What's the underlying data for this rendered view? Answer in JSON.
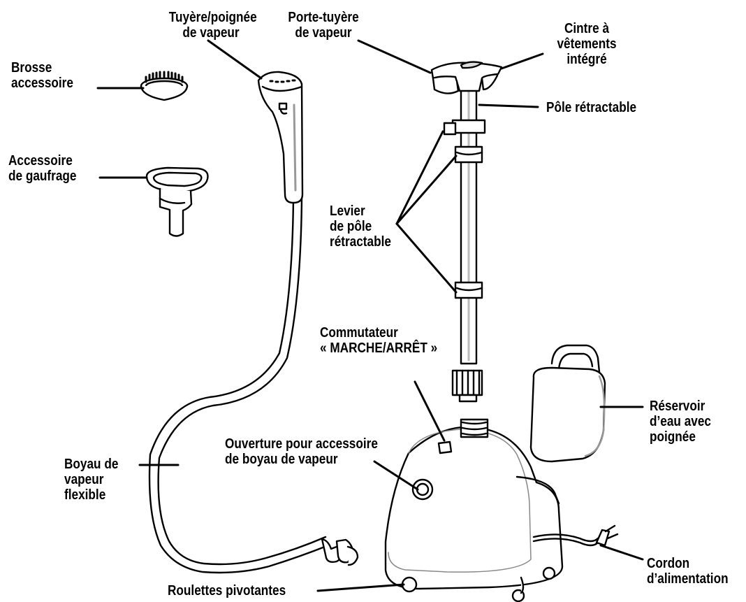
{
  "labels": {
    "nozzle_handle": [
      "Tuyère/poignée",
      "de vapeur"
    ],
    "nozzle_holder": [
      "Porte-tuyère",
      "de vapeur"
    ],
    "hanger": [
      "Cintre à",
      "vêtements",
      "intégré"
    ],
    "brush": [
      "Brosse",
      "accessoire"
    ],
    "pole": [
      "Pôle rétractable"
    ],
    "crease": [
      "Accessoire",
      "de gaufrage"
    ],
    "lever": [
      "Levier",
      "de pôle",
      "rétractable"
    ],
    "switch": [
      "Commutateur",
      "« MARCHE/ARRÊT »"
    ],
    "tank": [
      "Réservoir",
      "d’eau avec",
      "poignée"
    ],
    "opening": [
      "Ouverture pour accessoire",
      "de boyau de vapeur"
    ],
    "hose": [
      "Boyau de",
      "vapeur",
      "flexible"
    ],
    "cord": [
      "Cordon",
      "d’alimentation"
    ],
    "casters": [
      "Roulettes pivotantes"
    ]
  },
  "colors": {
    "ink": "#000000",
    "body_fill": "#ffffff",
    "shade": "#cfcfcf"
  }
}
